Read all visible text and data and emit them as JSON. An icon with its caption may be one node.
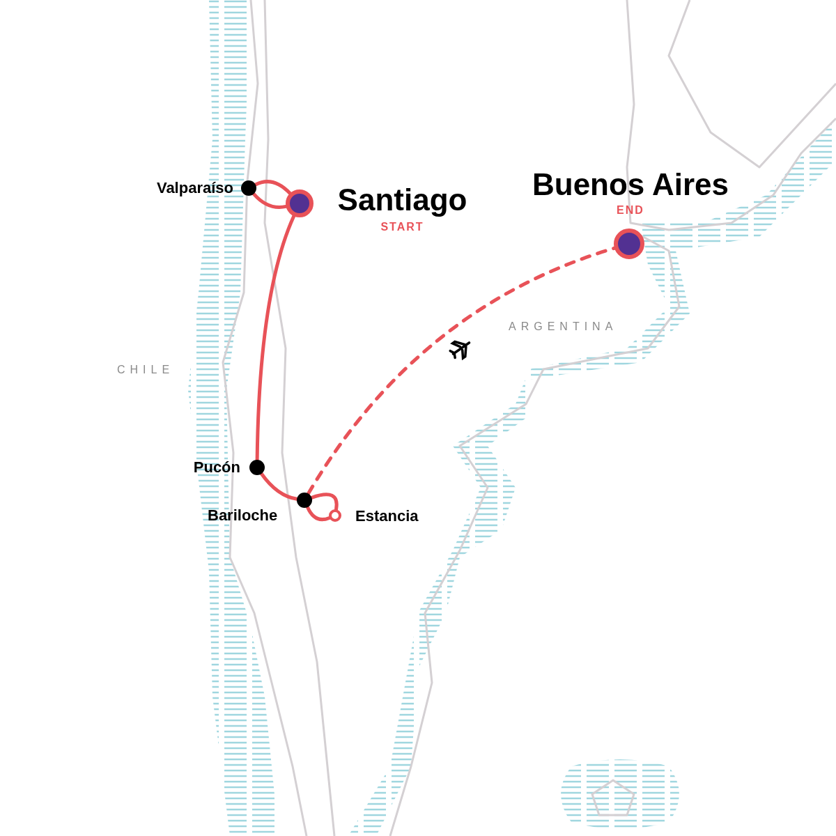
{
  "diagram": {
    "nodes": [
      {
        "text": [
          "Santiago",
          "START"
        ]
      },
      {
        "text": [
          "Valparaíso"
        ]
      },
      {
        "text": [
          "Pucón"
        ]
      },
      {
        "text": [
          "Bariloche"
        ]
      },
      {
        "text": [
          "Estancia"
        ]
      },
      {
        "text": [
          "Buenos Aires",
          "END"
        ]
      }
    ],
    "edges": [
      {
        "from": 0,
        "to": 1,
        "arrow": "none"
      },
      {
        "from": 1,
        "to": 0,
        "arrow": "none"
      },
      {
        "from": 0,
        "to": 2,
        "arrow": "none"
      },
      {
        "from": 2,
        "to": 3,
        "arrow": "none"
      },
      {
        "from": 3,
        "to": 4,
        "arrow": "none"
      },
      {
        "from": 4,
        "to": 3,
        "arrow": "none"
      },
      {
        "from": 3,
        "to": 5,
        "arrow": "none",
        "style": "dashed"
      }
    ],
    "labels": [
      "CHILE",
      "ARGENTINA"
    ]
  }
}
